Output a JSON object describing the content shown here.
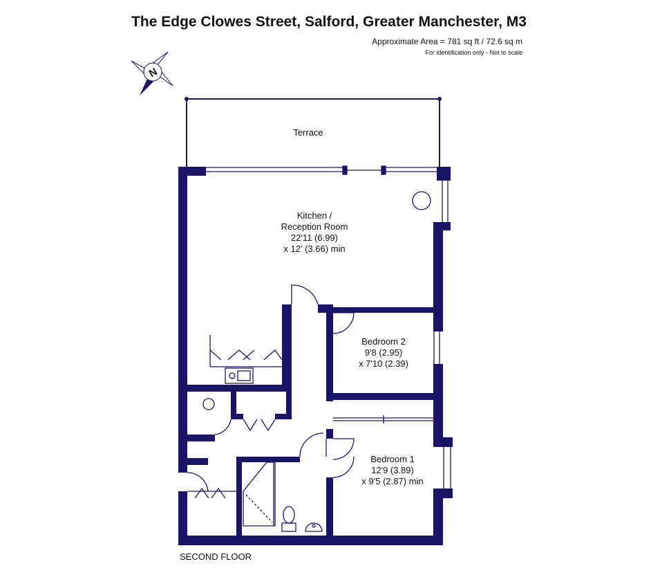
{
  "header": {
    "title": "The Edge Clowes Street, Salford, Greater Manchester, M3",
    "area": "Approximate Area = 781 sq ft / 72.6 sq m",
    "note": "For identification only - Not to scale"
  },
  "compass": {
    "letter": "N",
    "icon": "north-compass-icon"
  },
  "rooms": {
    "terrace": {
      "name": "Terrace"
    },
    "kitchen": {
      "name_1": "Kitchen /",
      "name_2": "Reception Room",
      "dim_1": "22'11 (6.99)",
      "dim_2": "x 12' (3.66) min"
    },
    "bedroom2": {
      "name": "Bedroom 2",
      "dim_1": "9'8 (2.95)",
      "dim_2": "x 7'10 (2.39)"
    },
    "bedroom1": {
      "name": "Bedroom 1",
      "dim_1": "12'9 (3.89)",
      "dim_2": "x 9'5 (2.87) min"
    }
  },
  "footer": {
    "floor": "SECOND FLOOR"
  },
  "colors": {
    "wall": "#1a1466",
    "line": "#1a1466",
    "text": "#111111"
  }
}
